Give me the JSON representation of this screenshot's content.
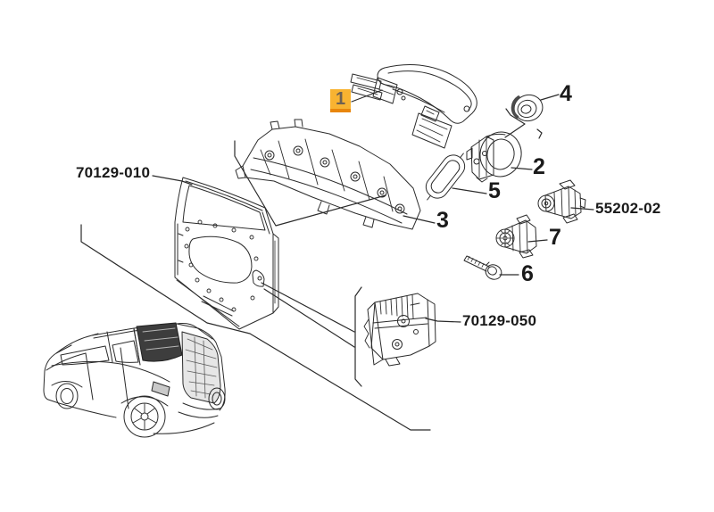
{
  "app": {
    "background_color": "#ffffff",
    "line_color": "#2b2b2b"
  },
  "diagram": {
    "description": "Exploded parts diagram of front door exterior handle on vehicle",
    "highlight": {
      "bg": "#F8B331",
      "edge": "#E8860B",
      "text_color": "#6e6152"
    },
    "selected_callout": "1",
    "part_codes": {
      "door_shell": "70129-010",
      "door_latch": "70129-050",
      "lock_cylinder_kit": "55202-02"
    },
    "callouts": [
      {
        "label": "1",
        "selected": true
      },
      {
        "label": "2",
        "selected": false
      },
      {
        "label": "3",
        "selected": false
      },
      {
        "label": "4",
        "selected": false
      },
      {
        "label": "5",
        "selected": false
      },
      {
        "label": "6",
        "selected": false
      },
      {
        "label": "7",
        "selected": false
      }
    ]
  }
}
